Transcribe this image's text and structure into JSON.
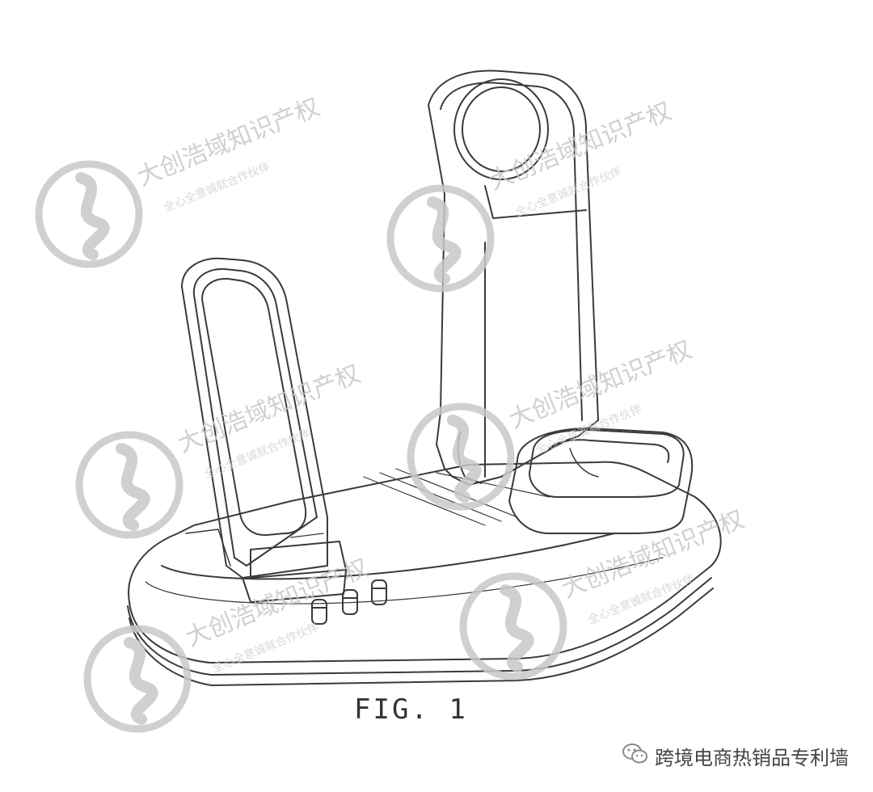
{
  "figure": {
    "caption": "FIG. 1"
  },
  "watermark": {
    "main_text": "大创浩域知识产权",
    "sub_text": "全心全意诚就合作伙伴",
    "color": "#c8c8c8"
  },
  "footer": {
    "account_name": "跨境电商热销品专利墙",
    "icon": "wechat-icon"
  },
  "colors": {
    "line": "#3a3a3a",
    "background": "#ffffff"
  }
}
